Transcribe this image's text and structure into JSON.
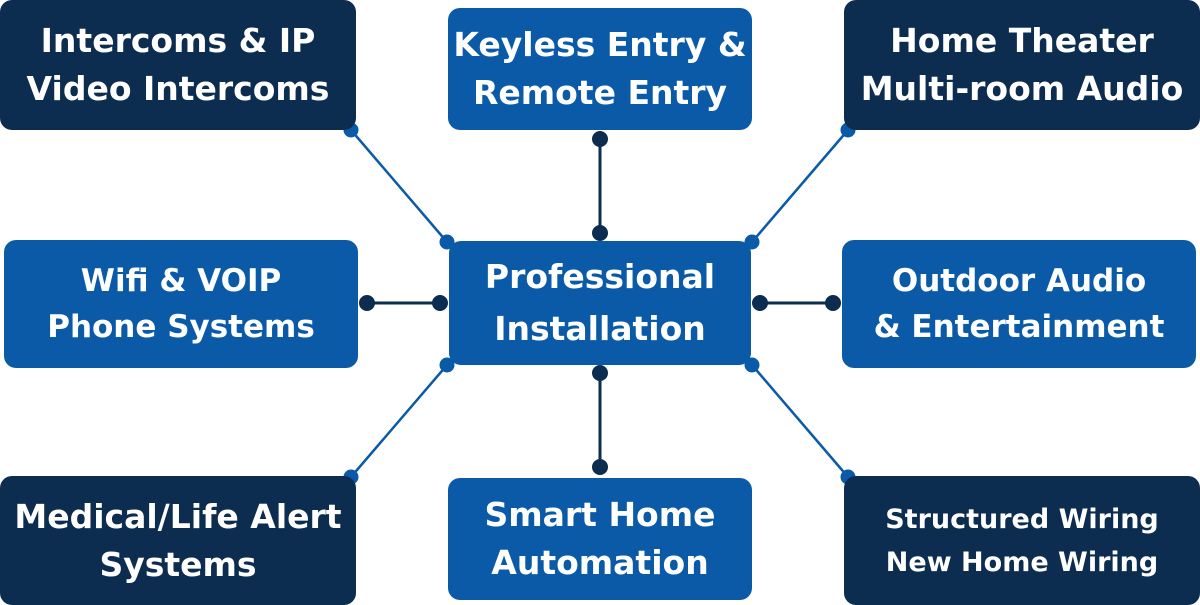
{
  "center": {
    "lines": [
      "Professional",
      "Installation"
    ]
  },
  "nodes": {
    "top_left": {
      "lines": [
        "Intercoms & IP",
        "Video Intercoms"
      ]
    },
    "top_center": {
      "lines": [
        "Keyless Entry &",
        "Remote Entry"
      ]
    },
    "top_right": {
      "lines": [
        "Home Theater",
        "Multi-room Audio"
      ]
    },
    "mid_left": {
      "lines": [
        "Wifi & VOIP",
        "Phone Systems"
      ]
    },
    "mid_right": {
      "lines": [
        "Outdoor Audio",
        "& Entertainment"
      ]
    },
    "bottom_left": {
      "lines": [
        "Medical/Life Alert",
        "Systems"
      ]
    },
    "bottom_center": {
      "lines": [
        "Smart Home",
        "Automation"
      ]
    },
    "bottom_right": {
      "lines": [
        "Structured Wiring",
        "New Home Wiring"
      ]
    }
  },
  "colors": {
    "dark": "#0c2d4f",
    "blue": "#0a5aa8",
    "line_dark": "#0c2d4f",
    "line_blue": "#0a5aa8"
  }
}
